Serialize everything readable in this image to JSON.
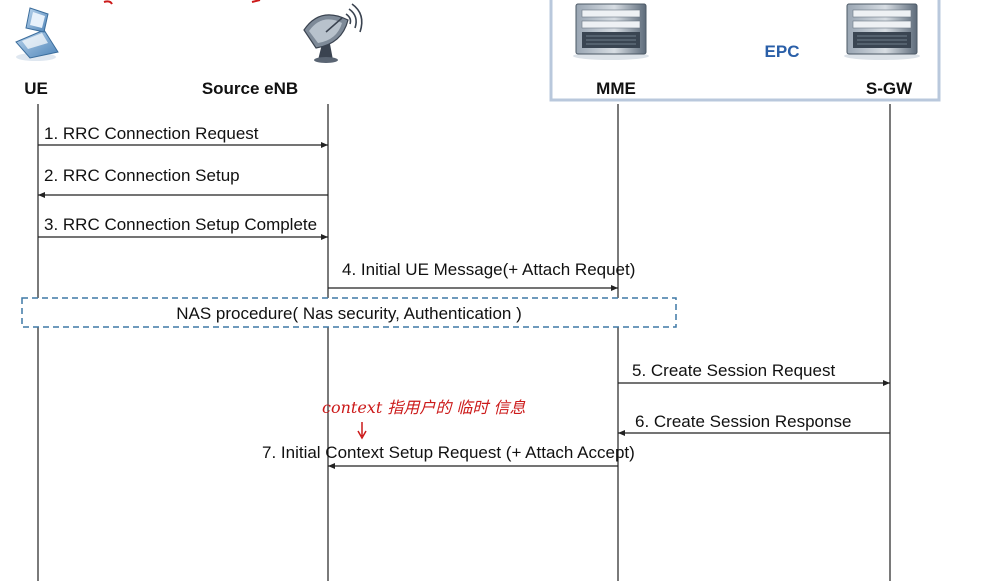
{
  "colors": {
    "lifeline": "#222222",
    "epc_box_border": "#b9c8dc",
    "nas_box_border": "#3f79a6",
    "epc_text": "#2a5fa8",
    "annotation": "#cc1a1a"
  },
  "nodes": {
    "ue": {
      "label": "UE",
      "icon": "mobile-phone-icon"
    },
    "enb": {
      "label": "Source eNB",
      "icon": "satellite-dish-icon"
    },
    "mme": {
      "label": "MME",
      "icon": "server-icon"
    },
    "sgw": {
      "label": "S-GW",
      "icon": "server-icon"
    }
  },
  "epc_group": {
    "label": "EPC"
  },
  "messages": [
    {
      "label": "1. RRC Connection Request",
      "from": "UE",
      "to": "Source eNB"
    },
    {
      "label": "2. RRC Connection Setup",
      "from": "Source eNB",
      "to": "UE"
    },
    {
      "label": "3. RRC Connection Setup Complete",
      "from": "UE",
      "to": "Source eNB"
    },
    {
      "label": "4. Initial UE Message(+ Attach Requet)",
      "from": "Source eNB",
      "to": "MME"
    },
    {
      "label": "5. Create Session Request",
      "from": "MME",
      "to": "S-GW"
    },
    {
      "label": "6. Create Session Response",
      "from": "S-GW",
      "to": "MME"
    },
    {
      "label": "7. Initial Context Setup Request (+ Attach Accept)",
      "from": "MME",
      "to": "Source eNB"
    }
  ],
  "nas_procedure": {
    "label": "NAS procedure( Nas security, Authentication )"
  },
  "handwritten_note": {
    "text": "context 指用户的 临时 信息"
  }
}
